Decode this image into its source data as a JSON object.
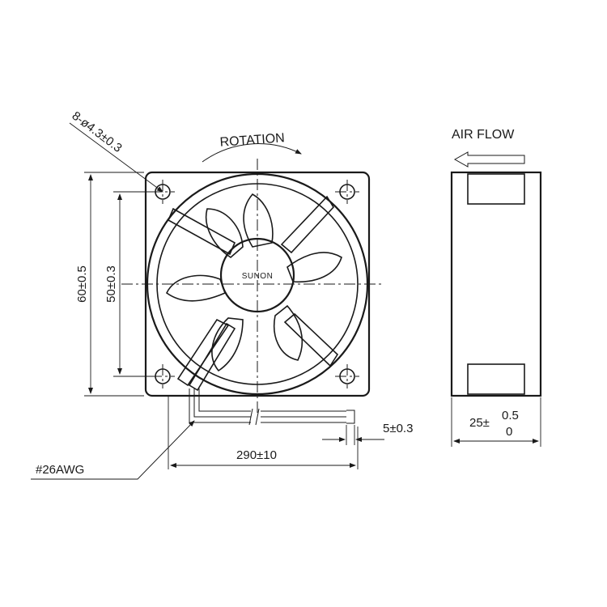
{
  "drawing": {
    "brand": "SUNON",
    "rotation_label": "ROTATION",
    "airflow_label": "AIR FLOW",
    "holes_spec": "8-ø4.3±0.3",
    "outer_size": "60±0.5",
    "hole_pitch": "50±0.3",
    "lead_length": "290±10",
    "strip_length": "5±0.3",
    "wire_gauge": "#26AWG",
    "thickness_base": "25±",
    "thickness_upper_tol": "0.5",
    "thickness_lower_tol": "0"
  }
}
